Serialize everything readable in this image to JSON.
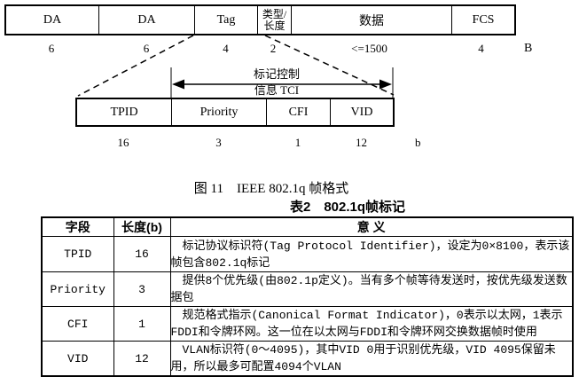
{
  "colors": {
    "background": "#ffffff",
    "text": "#000000",
    "border": "#000000"
  },
  "figure": {
    "frame_fields": [
      {
        "label": "DA",
        "size": "6"
      },
      {
        "label": "DA",
        "size": "6"
      },
      {
        "label": "Tag",
        "size": "4"
      },
      {
        "label": "类型/长度",
        "size": "2"
      },
      {
        "label": "数据",
        "size": "<=1500"
      },
      {
        "label": "FCS",
        "size": "4"
      }
    ],
    "frame_unit": "B",
    "tci_label_line1": "标记控制",
    "tci_label_line2": "信息 TCI",
    "tag_fields": [
      {
        "label": "TPID",
        "size": "16"
      },
      {
        "label": "Priority",
        "size": "3"
      },
      {
        "label": "CFI",
        "size": "1"
      },
      {
        "label": "VID",
        "size": "12"
      }
    ],
    "tag_unit": "b",
    "caption": "图 11　IEEE 802.1q 帧格式"
  },
  "table": {
    "title": "表2　802.1q帧标记",
    "headers": [
      "字段",
      "长度(b)",
      "意 义"
    ],
    "rows": [
      {
        "field": "TPID",
        "length": "16",
        "meaning": "标记协议标识符(Tag Protocol Identifier)，设定为0×8100，表示该帧包含802.1q标记"
      },
      {
        "field": "Priority",
        "length": "3",
        "meaning": "提供8个优先级(由802.1p定义)。当有多个帧等待发送时，按优先级发送数据包"
      },
      {
        "field": "CFI",
        "length": "1",
        "meaning": "规范格式指示(Canonical Format Indicator)，0表示以太网，1表示FDDI和令牌环网。这一位在以太网与FDDI和令牌环网交换数据帧时使用"
      },
      {
        "field": "VID",
        "length": "12",
        "meaning": "VLAN标识符(0～4095)，其中VID 0用于识别优先级，VID 4095保留未用，所以最多可配置4094个VLAN"
      }
    ]
  }
}
